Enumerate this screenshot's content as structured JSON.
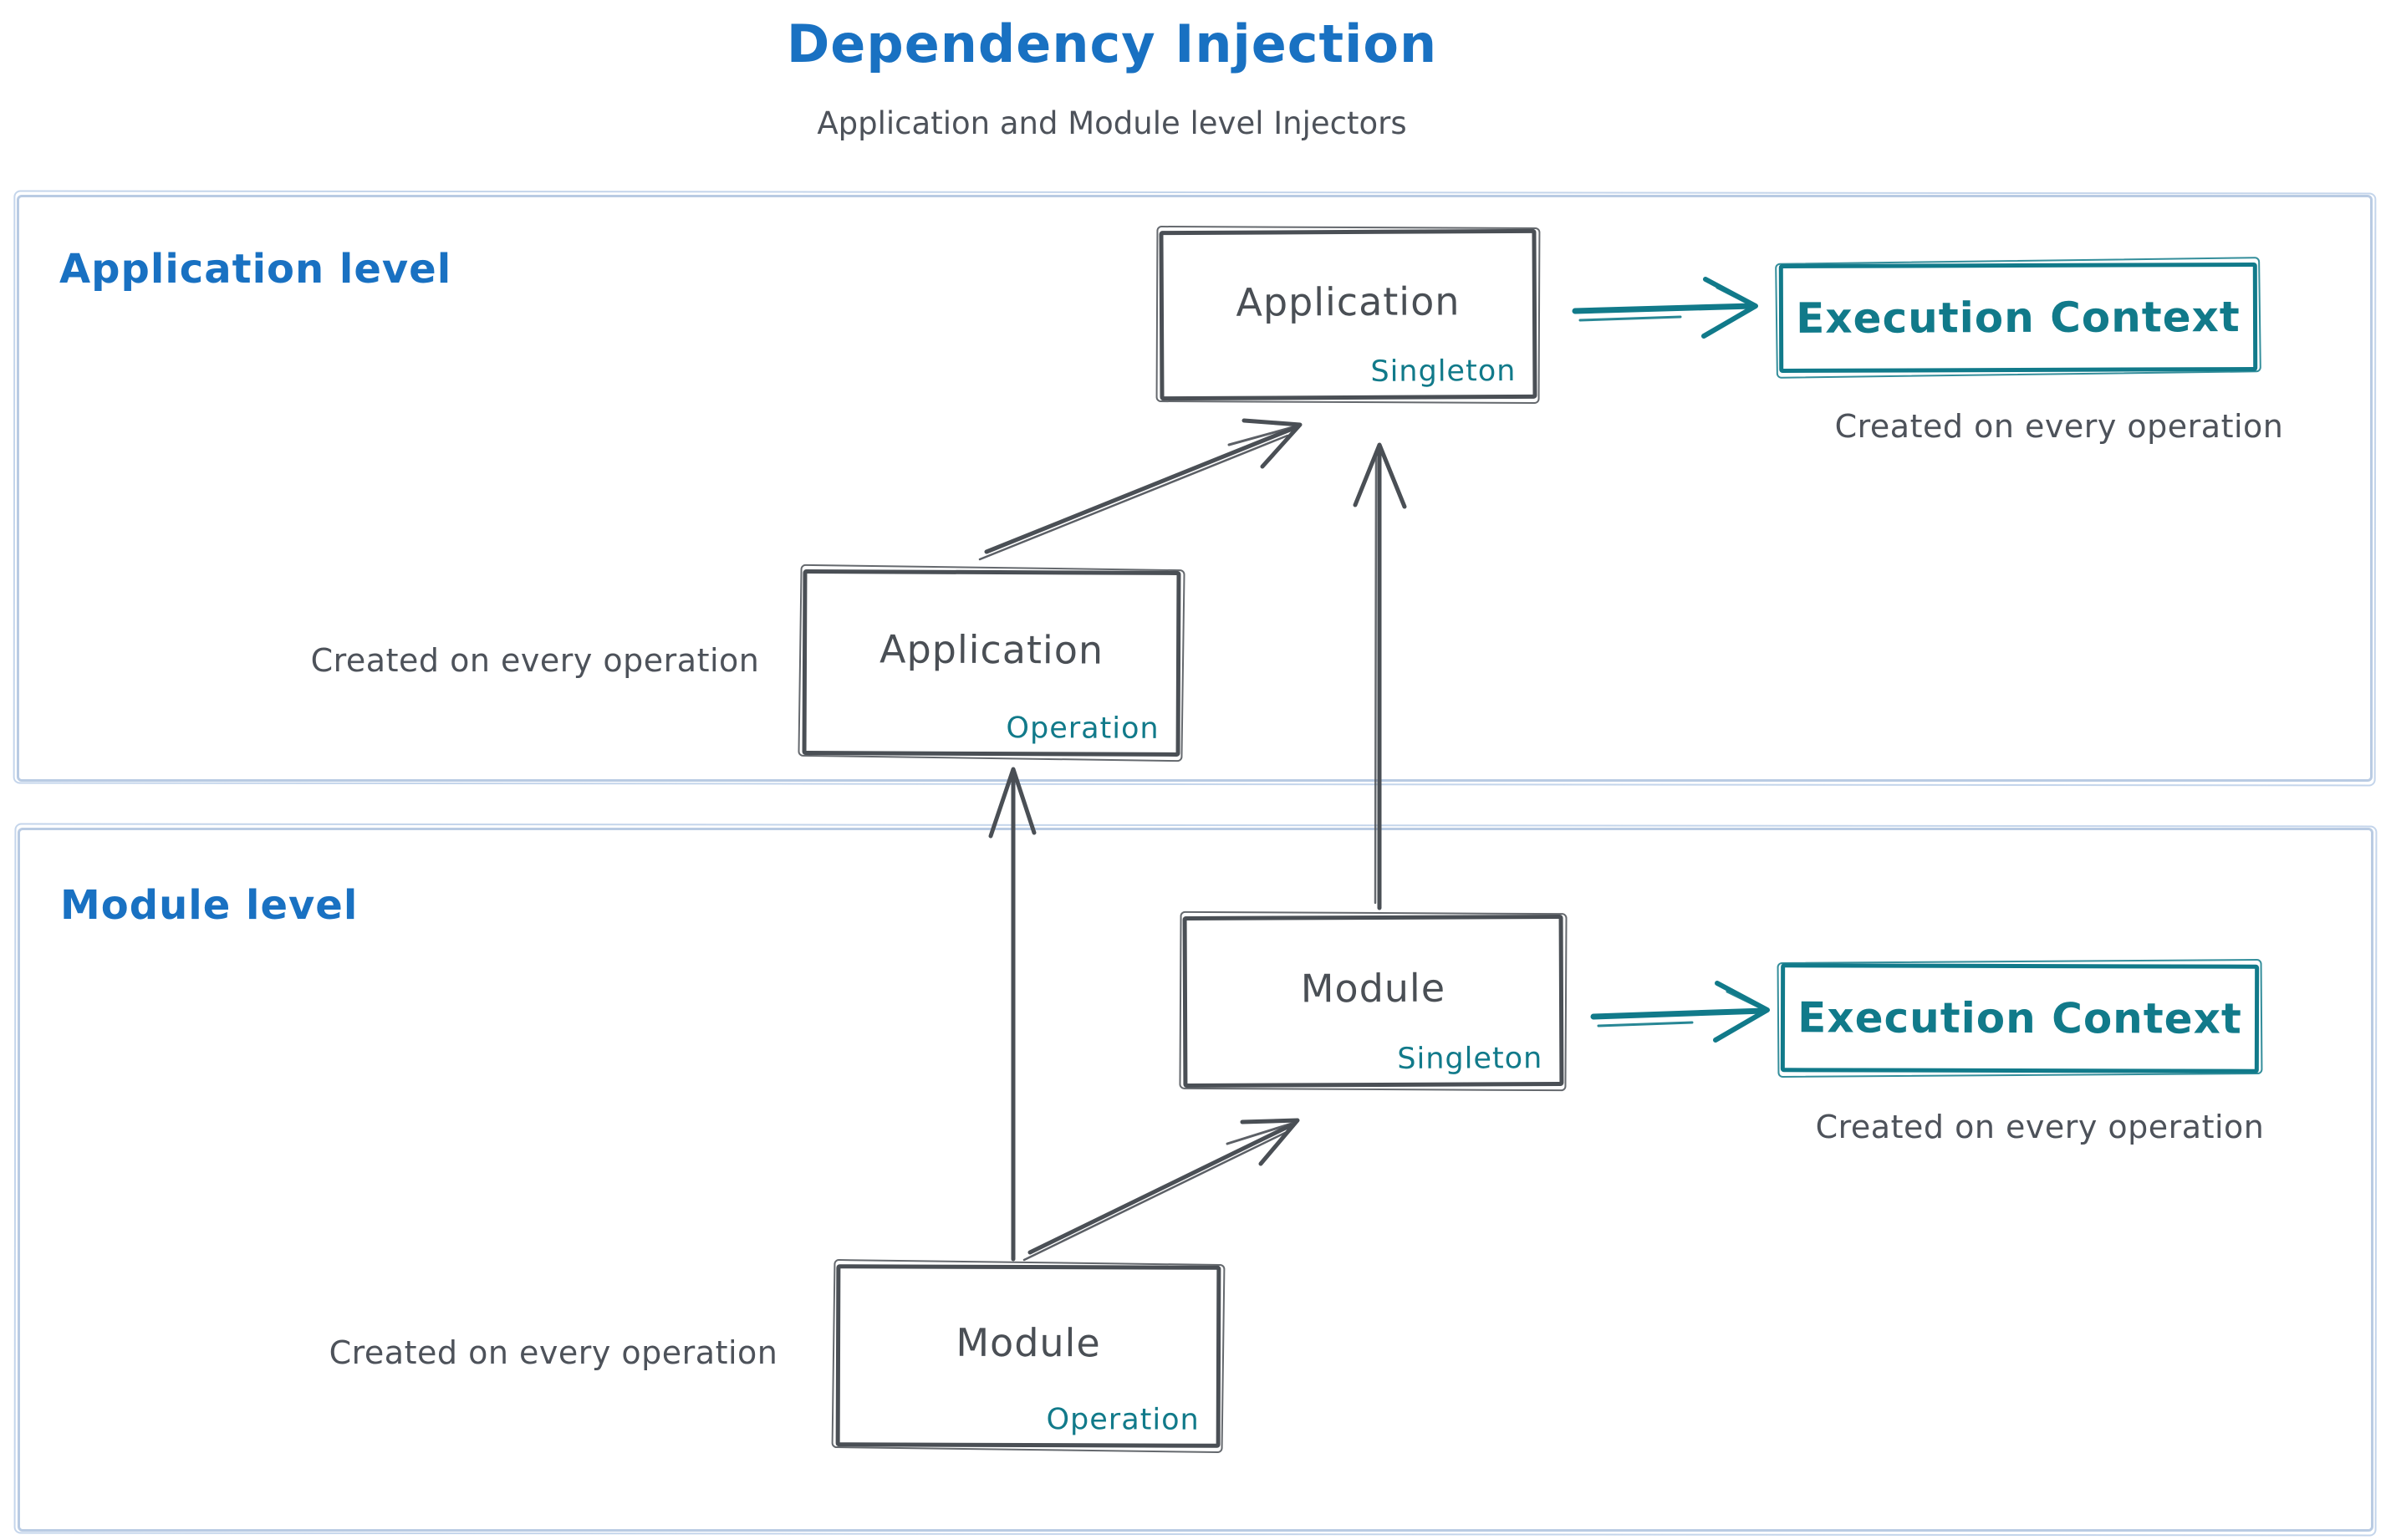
{
  "header": {
    "title": "Dependency Injection",
    "subtitle": "Application and Module level Injectors"
  },
  "sections": [
    {
      "label": "Application level"
    },
    {
      "label": "Module level"
    }
  ],
  "boxes": {
    "app_singleton": {
      "title": "Application",
      "tag": "Singleton"
    },
    "app_operation": {
      "title": "Application",
      "tag": "Operation"
    },
    "exec_context_app": {
      "title": "Execution Context"
    },
    "module_singleton": {
      "title": "Module",
      "tag": "Singleton"
    },
    "module_operation": {
      "title": "Module",
      "tag": "Operation"
    },
    "exec_context_module": {
      "title": "Execution Context"
    }
  },
  "captions": {
    "app_context_note": "Created on every operation",
    "app_operation_note": "Created on every operation",
    "module_context_note": "Created on every operation",
    "module_operation_note": "Created on every operation"
  },
  "colors": {
    "accent_blue": "#1971c2",
    "ink_dark": "#4a4f55",
    "accent_teal": "#117a8a",
    "container_border": "#b9cbe3"
  }
}
